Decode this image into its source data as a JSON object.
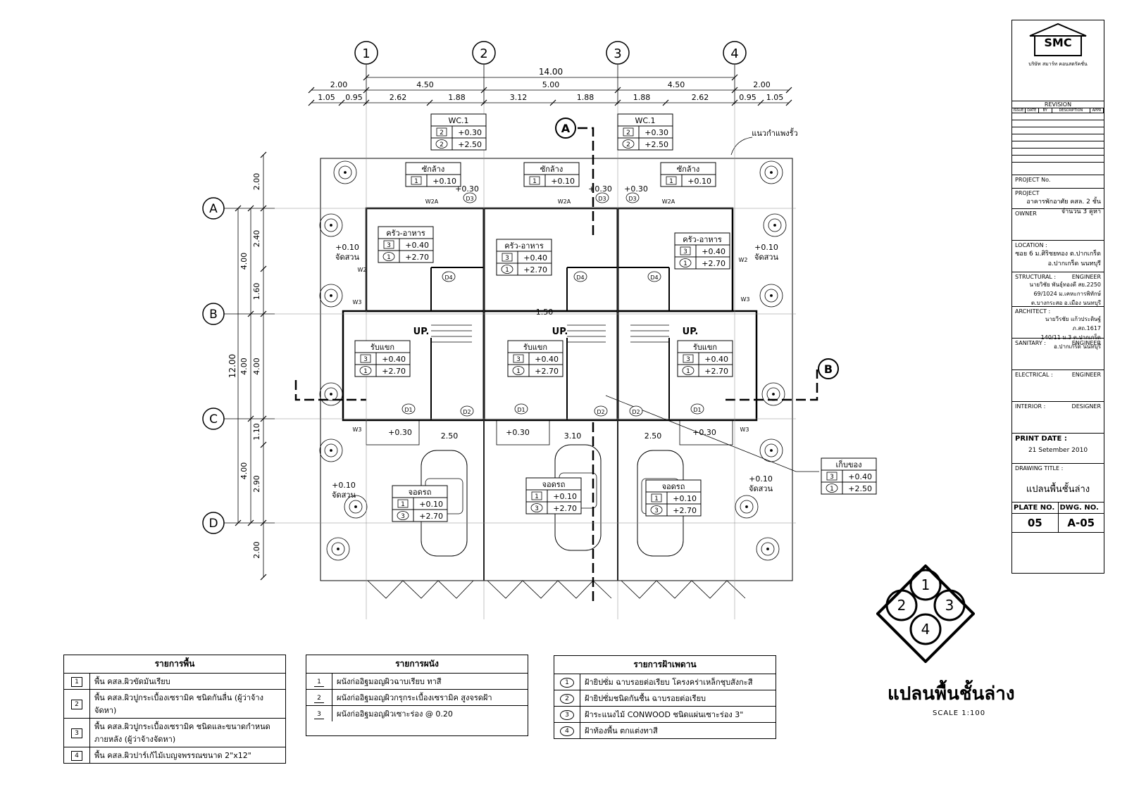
{
  "grid": {
    "columns": [
      "1",
      "2",
      "3",
      "4"
    ],
    "rows": [
      "A",
      "B",
      "C",
      "D"
    ],
    "sections": [
      "A",
      "B"
    ]
  },
  "dimensions": {
    "top_total": "14.00",
    "top_row1": [
      "2.00",
      "4.50",
      "5.00",
      "4.50",
      "2.00"
    ],
    "top_row2": [
      "1.05",
      "0.95",
      "2.62",
      "1.88",
      "3.12",
      "1.88",
      "1.88",
      "2.62",
      "0.95",
      "1.05"
    ],
    "left_total": "12.00",
    "left_row1": [
      "4.00",
      "4.00",
      "4.00"
    ],
    "left_row2": [
      "2.00",
      "2.40",
      "1.60",
      "4.00",
      "1.10",
      "2.90",
      "2.00"
    ],
    "interior": [
      "1.50",
      "2.50",
      "3.10",
      "2.50"
    ]
  },
  "room_tags": [
    {
      "name": "WC.1",
      "rows": [
        [
          "2",
          "+0.30"
        ],
        [
          "2",
          "+2.50"
        ]
      ]
    },
    {
      "name": "WC.1",
      "rows": [
        [
          "2",
          "+0.30"
        ],
        [
          "2",
          "+2.50"
        ]
      ]
    },
    {
      "name": "ซักล้าง",
      "rows": [
        [
          "1",
          "+0.10"
        ]
      ]
    },
    {
      "name": "ซักล้าง",
      "rows": [
        [
          "1",
          "+0.10"
        ]
      ]
    },
    {
      "name": "ซักล้าง",
      "rows": [
        [
          "1",
          "+0.10"
        ]
      ]
    },
    {
      "name": "ครัว-อาหาร",
      "rows": [
        [
          "3",
          "+0.40"
        ],
        [
          "1",
          "+2.70"
        ]
      ]
    },
    {
      "name": "ครัว-อาหาร",
      "rows": [
        [
          "3",
          "+0.40"
        ],
        [
          "1",
          "+2.70"
        ]
      ]
    },
    {
      "name": "ครัว-อาหาร",
      "rows": [
        [
          "3",
          "+0.40"
        ],
        [
          "1",
          "+2.70"
        ]
      ]
    },
    {
      "name": "รับแขก",
      "rows": [
        [
          "3",
          "+0.40"
        ],
        [
          "1",
          "+2.70"
        ]
      ]
    },
    {
      "name": "รับแขก",
      "rows": [
        [
          "3",
          "+0.40"
        ],
        [
          "1",
          "+2.70"
        ]
      ]
    },
    {
      "name": "รับแขก",
      "rows": [
        [
          "3",
          "+0.40"
        ],
        [
          "1",
          "+2.70"
        ]
      ]
    },
    {
      "name": "จอดรถ",
      "rows": [
        [
          "1",
          "+0.10"
        ],
        [
          "3",
          "+2.70"
        ]
      ]
    },
    {
      "name": "จอดรถ",
      "rows": [
        [
          "1",
          "+0.10"
        ],
        [
          "3",
          "+2.70"
        ]
      ]
    },
    {
      "name": "จอดรถ",
      "rows": [
        [
          "1",
          "+0.10"
        ],
        [
          "3",
          "+2.70"
        ]
      ]
    },
    {
      "name": "เก็บของ",
      "rows": [
        [
          "3",
          "+0.40"
        ],
        [
          "1",
          "+2.50"
        ]
      ]
    }
  ],
  "plan_labels": {
    "fence_line": "แนวกำแพงรั้ว",
    "up": "UP.",
    "garden_level": "+0.10",
    "garden": "จัดสวน",
    "porch_level": "+0.30",
    "doors": [
      "D1",
      "D2",
      "D3",
      "D4"
    ],
    "windows": [
      "W2",
      "W2A",
      "W3"
    ]
  },
  "title_block": {
    "logo": "SMC",
    "company": "บริษัท สมาร์ท คอนสตรัคชั่น",
    "revision": "REVISION",
    "rev_cols": [
      "ISSUE",
      "DATE",
      "BY",
      "DESCRIPTION",
      "APPR"
    ],
    "project_no_label": "PROJECT No.",
    "project_label": "PROJECT",
    "project": [
      "อาคารพักอาศัย คสล. 2 ชั้น",
      "จำนวน 3 คูหา"
    ],
    "owner_label": "OWNER",
    "location_label": "LOCATION :",
    "location": [
      "ซอย 6 ม.ศิริชยทอง ต.ปากเกร็ด",
      "อ.ปากเกร็ด นนทบุรี"
    ],
    "structural_label": "STRUCTURAL :",
    "engineer_label": "ENGINEER",
    "structural": [
      "นายวิชัย พันธุ์ทองดี สย.2250",
      "69/1024 ม.เคหะการพิทักษ์",
      "ต.บางกระสอ อ.เมือง นนทบุรี"
    ],
    "architect_label": "ARCHITECT :",
    "architect": [
      "นายวีรชัย แก้วประดิษฐ์ ภ.สถ.1617",
      "140/11 ม.3 ต.ปากเกร็ด",
      "อ.ปากเกร็ด นนทบุรี"
    ],
    "sanitary_label": "SANITARY :",
    "electrical_label": "ELECTRICAL :",
    "interior_label": "INTERIOR :",
    "designer_label": "DESIGNER",
    "print_date_label": "PRINT DATE :",
    "print_date": "21 Setember 2010",
    "drawing_title_label": "DRAWING TITLE :",
    "drawing_title": "แปลนพื้นชั้นล่าง",
    "plate_no_label": "PLATE NO.",
    "dwg_no_label": "DWG. NO.",
    "plate_no": "05",
    "dwg_no": "A-05"
  },
  "key_plan": {
    "numbers": [
      "1",
      "2",
      "3",
      "4"
    ]
  },
  "drawing_title": "แปลนพื้นชั้นล่าง",
  "scale": "SCALE  1:100",
  "legend_floor": {
    "title": "รายการพื้น",
    "items": [
      {
        "key": "1",
        "text": "พื้น คสล.ผิวขัดมันเรียบ"
      },
      {
        "key": "2",
        "text": "พื้น คสล.ผิวปูกระเบื้องเซรามิค ชนิดกันลื่น (ผู้ว่าจ้างจัดหา)"
      },
      {
        "key": "3",
        "text": "พื้น คสล.ผิวปูกระเบื้องเซรามิค ชนิดและขนาดกำหนดภายหลัง (ผู้ว่าจ้างจัดหา)"
      },
      {
        "key": "4",
        "text": "พื้น คสล.ผิวปาร์เก้ไม้เบญจพรรณขนาด 2\"x12\""
      }
    ]
  },
  "legend_wall": {
    "title": "รายการผนัง",
    "items": [
      {
        "key": "1",
        "text": "ผนังก่ออิฐมอญผิวฉาบเรียบ ทาสี"
      },
      {
        "key": "2",
        "text": "ผนังก่ออิฐมอญผิวกรุกระเบื้องเซรามิค สูงจรดฝ้า"
      },
      {
        "key": "3",
        "text": "ผนังก่ออิฐมอญผิวเซาะร่อง @ 0.20"
      }
    ]
  },
  "legend_ceiling": {
    "title": "รายการฝ้าเพดาน",
    "items": [
      {
        "key": "1",
        "text": "ฝ้ายิปซั่ม ฉาบรอยต่อเรียบ โครงคร่าเหล็กชุบสังกะสี"
      },
      {
        "key": "2",
        "text": "ฝ้ายิปซั่มชนิดกันชื้น ฉาบรอยต่อเรียบ"
      },
      {
        "key": "3",
        "text": "ฝ้าระแนงไม้ CONWOOD ชนิดแผ่นเซาะร่อง 3\""
      },
      {
        "key": "4",
        "text": "ฝ้าท้องพื้น ตกแต่งทาสี"
      }
    ]
  }
}
